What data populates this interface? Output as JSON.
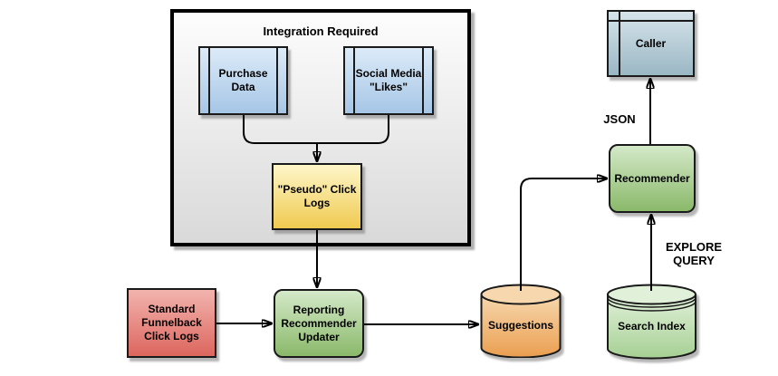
{
  "frame": {
    "title": "Integration Required"
  },
  "nodes": {
    "purchase_data": {
      "label": "Purchase\nData",
      "shape": "component"
    },
    "social_media": {
      "label": "Social Media\n\"Likes\"",
      "shape": "component"
    },
    "pseudo_click_logs": {
      "label": "\"Pseudo\" Click\nLogs",
      "shape": "rectangle"
    },
    "standard_funnelback_click_logs": {
      "label": "Standard\nFunnelback\nClick Logs",
      "shape": "rectangle"
    },
    "reporting_recommender_updater": {
      "label": "Reporting\nRecommender\nUpdater",
      "shape": "rounded-rectangle"
    },
    "suggestions": {
      "label": "Suggestions",
      "shape": "cylinder"
    },
    "search_index": {
      "label": "Search Index",
      "shape": "stacked-cylinder"
    },
    "recommender": {
      "label": "Recommender",
      "shape": "rounded-rectangle"
    },
    "caller": {
      "label": "Caller",
      "shape": "window"
    }
  },
  "edge_labels": {
    "json": "JSON",
    "explore_query": "EXPLORE\nQUERY"
  },
  "edges": [
    {
      "from": "purchase_data",
      "to": "pseudo_click_logs",
      "label": ""
    },
    {
      "from": "social_media",
      "to": "pseudo_click_logs",
      "label": ""
    },
    {
      "from": "pseudo_click_logs",
      "to": "reporting_recommender_updater",
      "label": ""
    },
    {
      "from": "standard_funnelback_click_logs",
      "to": "reporting_recommender_updater",
      "label": ""
    },
    {
      "from": "reporting_recommender_updater",
      "to": "suggestions",
      "label": ""
    },
    {
      "from": "suggestions",
      "to": "recommender",
      "label": ""
    },
    {
      "from": "search_index",
      "to": "recommender",
      "label": "EXPLORE QUERY"
    },
    {
      "from": "recommender",
      "to": "caller",
      "label": "JSON"
    }
  ],
  "palette": {
    "component_top": "#dcebf8",
    "component_bottom": "#a6c6e6",
    "pseudo_top": "#fdf6c8",
    "pseudo_bottom": "#f0ca50",
    "funnelback_top": "#f2b4ae",
    "funnelback_bottom": "#dc665e",
    "green_top": "#d4e9c8",
    "green_bottom": "#8ab96a",
    "suggestions_top": "#f7d8ae",
    "suggestions_bottom": "#ea9e50",
    "search_index_top": "#e0f0d9",
    "search_index_bottom": "#a6d093",
    "caller_top": "#d6e4ea",
    "caller_bottom": "#9ab7c4",
    "frame_top": "#fdfdfd",
    "frame_bottom": "#d9d9d9",
    "stroke": "#1a1a1a",
    "connector": "#000000"
  }
}
